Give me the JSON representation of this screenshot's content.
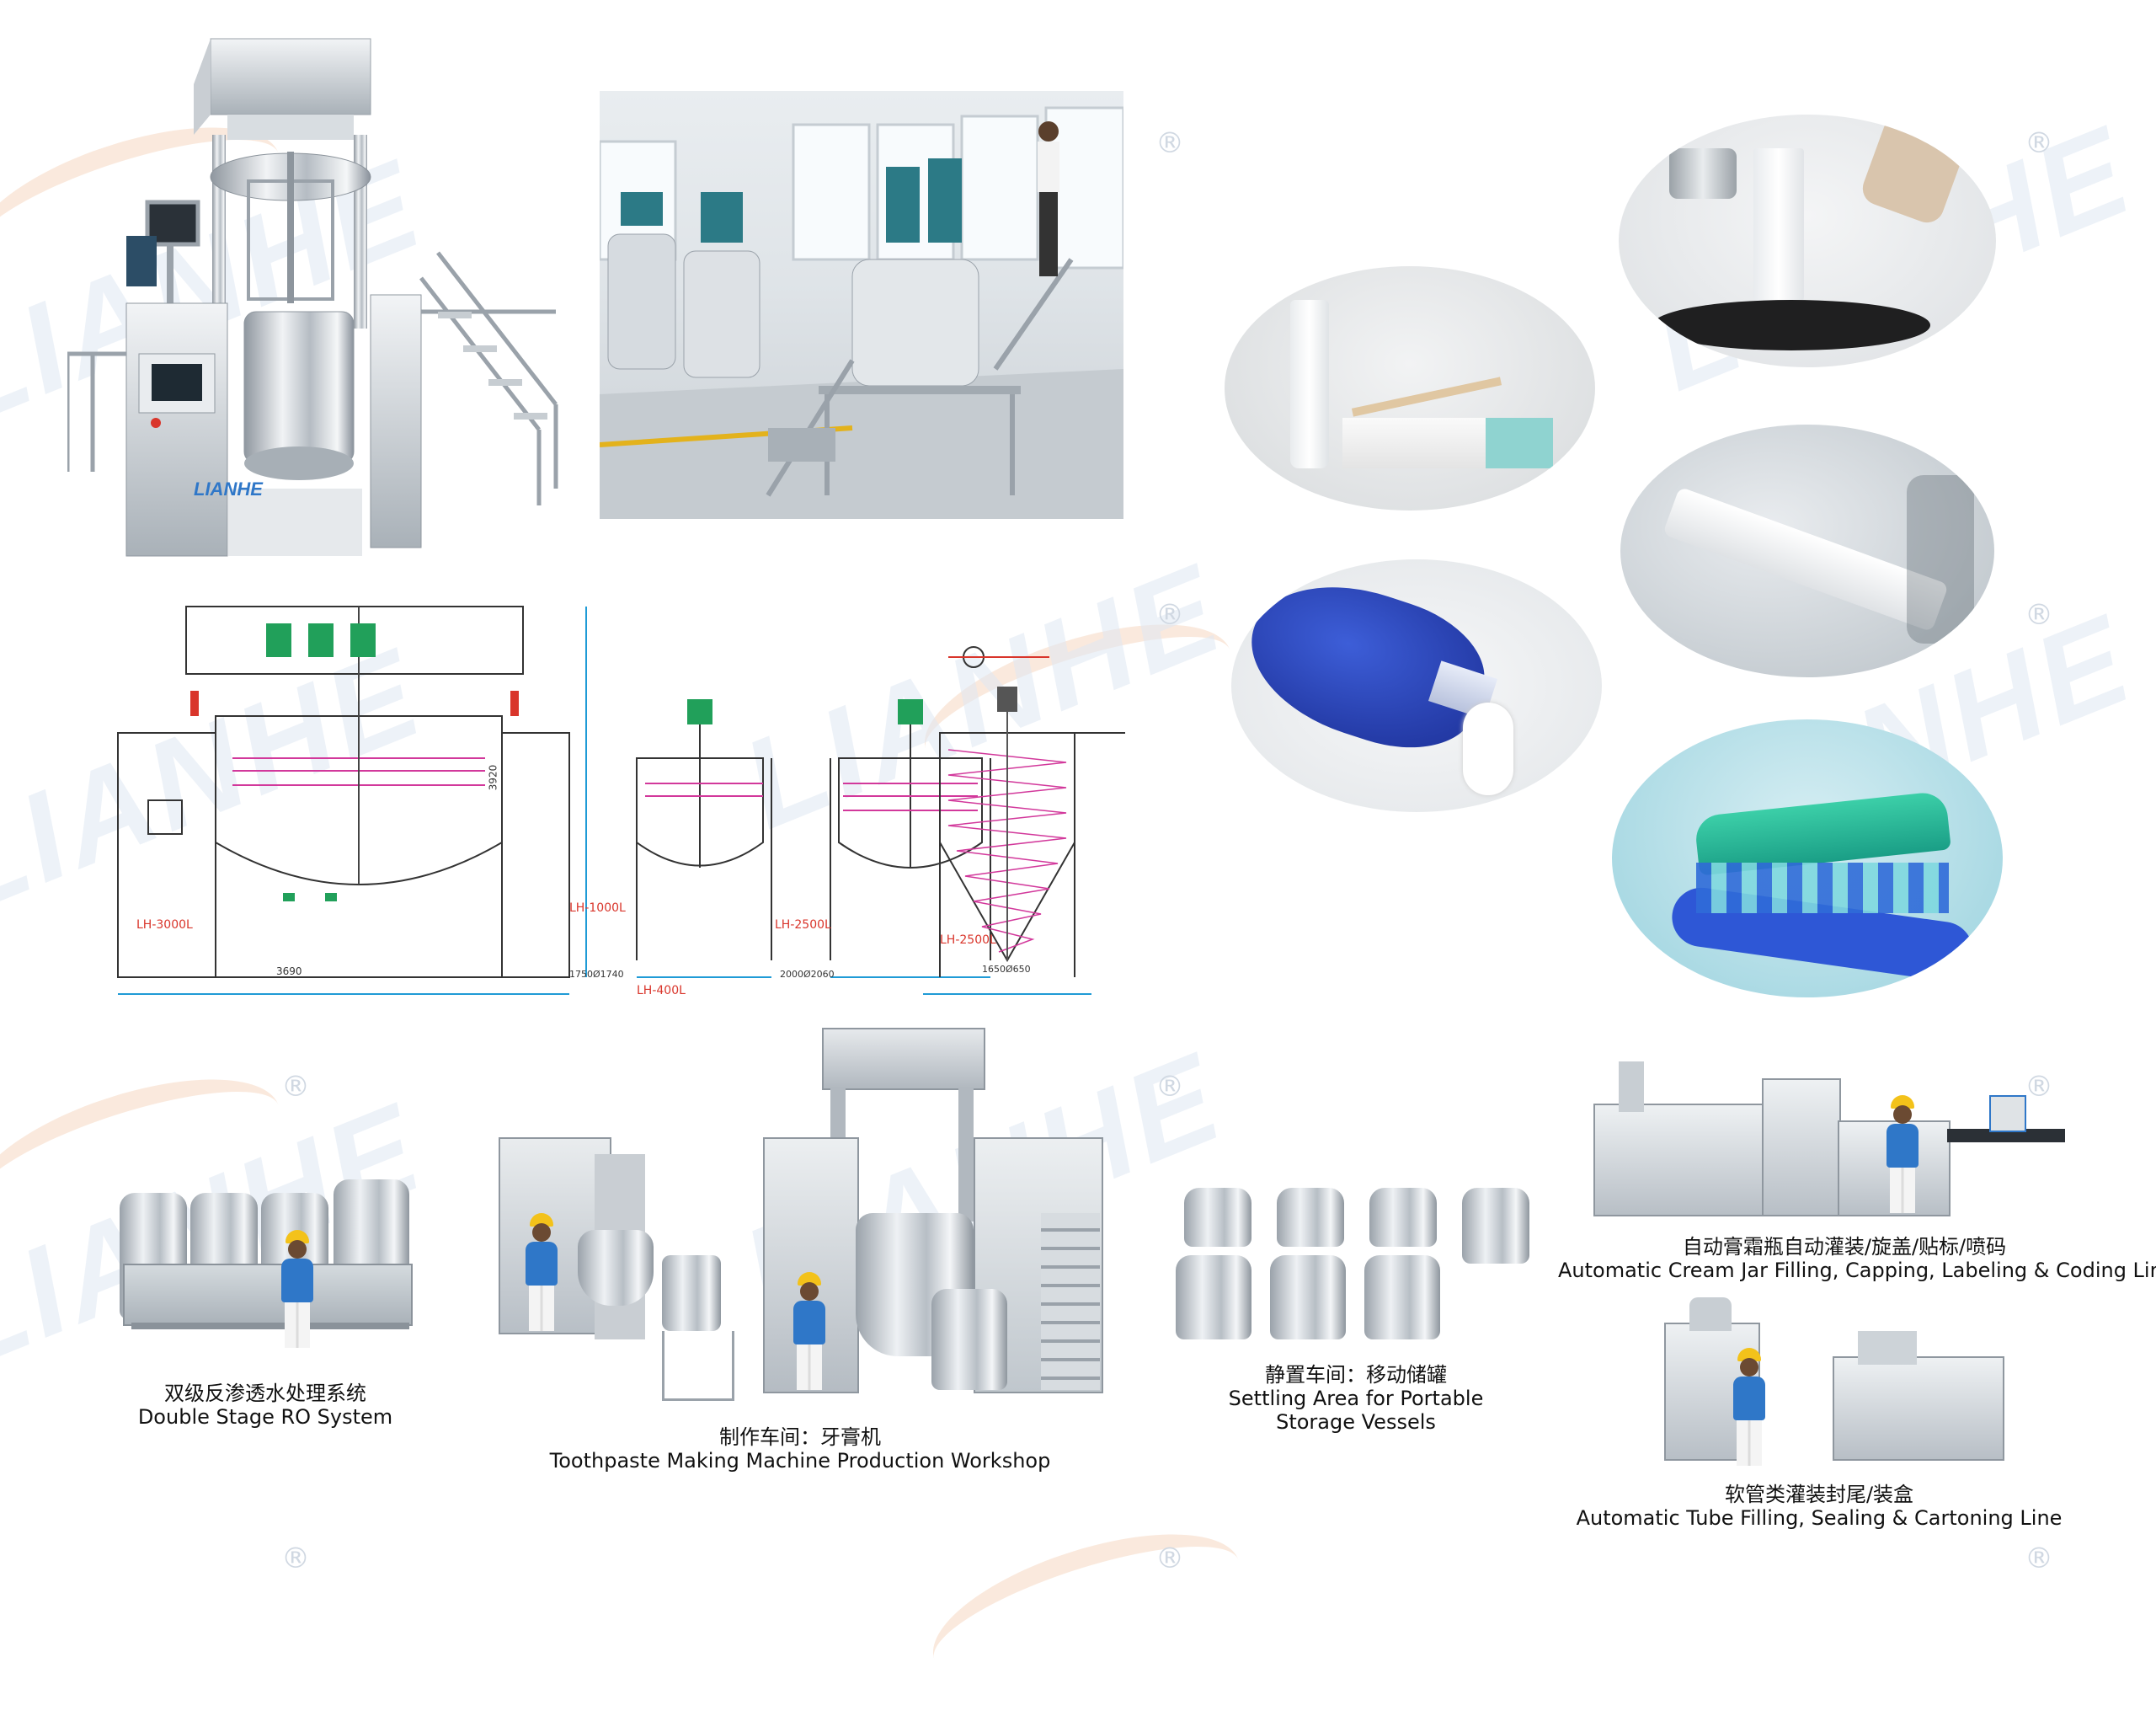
{
  "brand": {
    "logo_text": "LIANHE",
    "registered_mark": "®"
  },
  "drawing": {
    "labels": {
      "lh3000": "LH-3000L",
      "lh1000": "LH-1000L",
      "lh2500a": "LH-2500L",
      "lh2500b": "LH-2500L",
      "lh400": "LH-400L",
      "dim_3690": "3690",
      "dim_3920": "3920",
      "dim_1750": "1750Ø1740",
      "dim_2000": "2000Ø2060",
      "dim_1650": "1650Ø650"
    }
  },
  "sections": {
    "ro": {
      "zh": "双级反渗透水处理系统",
      "en": "Double Stage RO System"
    },
    "workshop": {
      "zh": "制作车间：牙膏机",
      "en": "Toothpaste Making Machine Production Workshop"
    },
    "settling": {
      "zh": "静置车间：移动储罐",
      "en_line1": "Settling Area for Portable",
      "en_line2": "Storage Vessels"
    },
    "cream_line": {
      "zh": "自动膏霜瓶自动灌装/旋盖/贴标/喷码",
      "en": "Automatic Cream Jar Filling, Capping, Labeling & Coding Line"
    },
    "tube_line": {
      "zh": "软管类灌装封尾/装盒",
      "en": "Automatic Tube Filling, Sealing & Cartoning Line"
    }
  },
  "colors": {
    "watermark": "#dfe8f3",
    "accent_orange": "#f7dcc8",
    "worker_blue": "#2f77c8",
    "helmet_yellow": "#f3c21a",
    "drawing_magenta": "#d2389b",
    "drawing_green": "#21a05a",
    "drawing_red": "#d9352b"
  }
}
